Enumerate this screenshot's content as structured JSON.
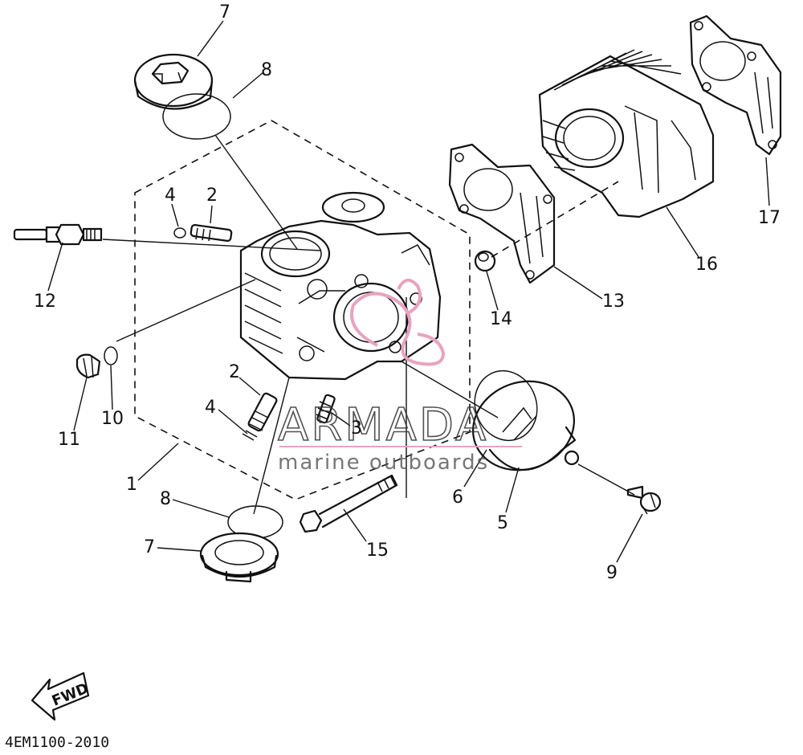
{
  "diagram_code": "4EM1100-2010",
  "direction_label": "FWD",
  "watermark": {
    "brand": "ARMADA",
    "tagline": "marine outboards",
    "color": "#e8a3c0"
  },
  "callouts": [
    "1",
    "2",
    "2",
    "3",
    "4",
    "4",
    "5",
    "6",
    "7",
    "7",
    "8",
    "8",
    "9",
    "10",
    "11",
    "12",
    "13",
    "14",
    "15",
    "16",
    "17"
  ]
}
